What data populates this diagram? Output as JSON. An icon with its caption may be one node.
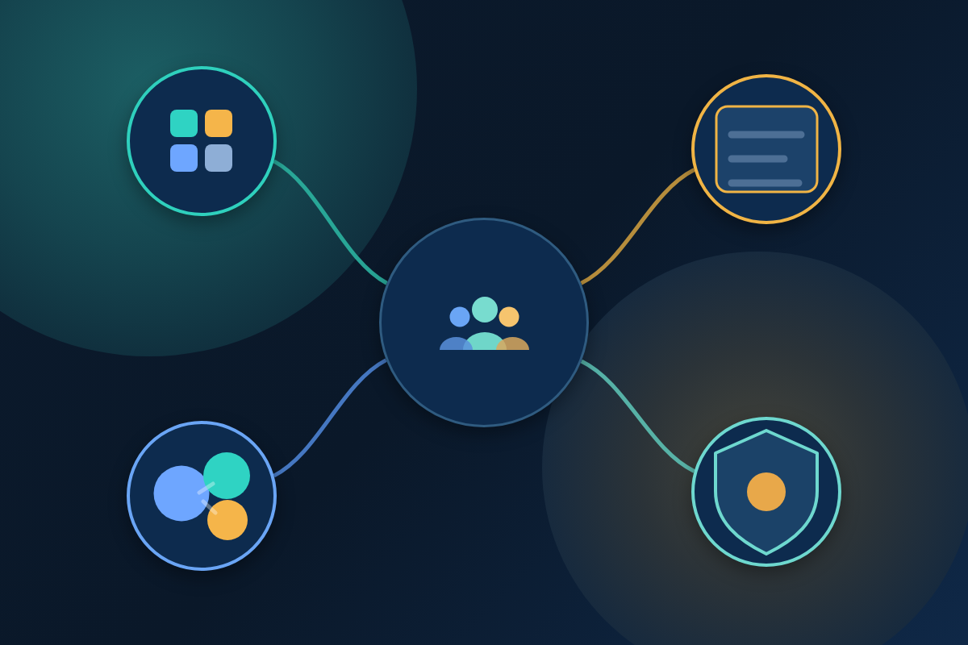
{
  "diagram": {
    "nodes": [
      {
        "text": [],
        "shape": "circle"
      },
      {
        "text": [],
        "shape": "circle"
      },
      {
        "text": [],
        "shape": "circle"
      },
      {
        "text": [],
        "shape": "circle"
      },
      {
        "text": [],
        "shape": "circle"
      }
    ],
    "edges": [
      {
        "from": 2,
        "to": 0,
        "arrow": "none",
        "color": "#2bb3a0"
      },
      {
        "from": 2,
        "to": 1,
        "arrow": "none",
        "color": "#c99a3e"
      },
      {
        "from": 2,
        "to": 3,
        "arrow": "none",
        "color": "#4b82d2"
      },
      {
        "from": 2,
        "to": 4,
        "arrow": "none",
        "color": "#5cc0b2"
      }
    ]
  }
}
